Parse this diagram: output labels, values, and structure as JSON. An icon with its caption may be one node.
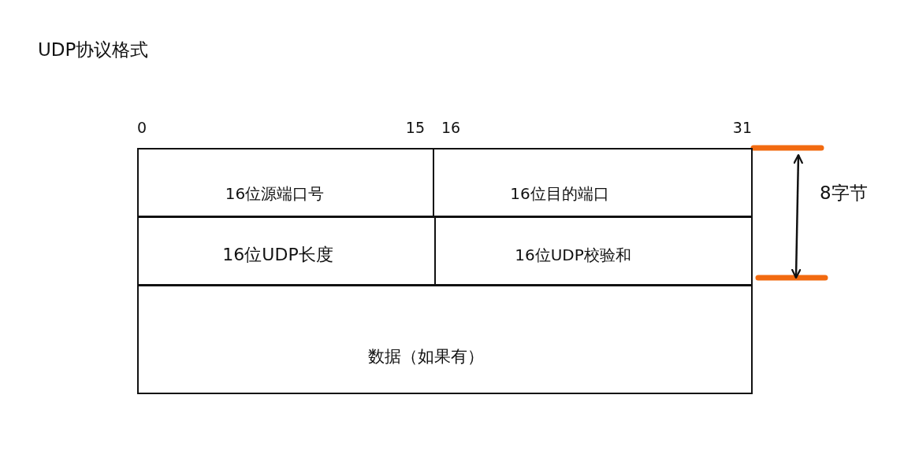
{
  "diagram": {
    "title": "UDP协议格式",
    "nodes": [
      {
        "text": [
          "16位源端口号"
        ]
      },
      {
        "text": [
          "16位目的端口"
        ]
      },
      {
        "text": [
          "16位UDP长度"
        ]
      },
      {
        "text": [
          "16位UDP校验和"
        ]
      },
      {
        "text": [
          "数据（如果有）"
        ]
      }
    ],
    "labels": [
      "0",
      "15",
      "16",
      "31",
      "8字节"
    ]
  }
}
